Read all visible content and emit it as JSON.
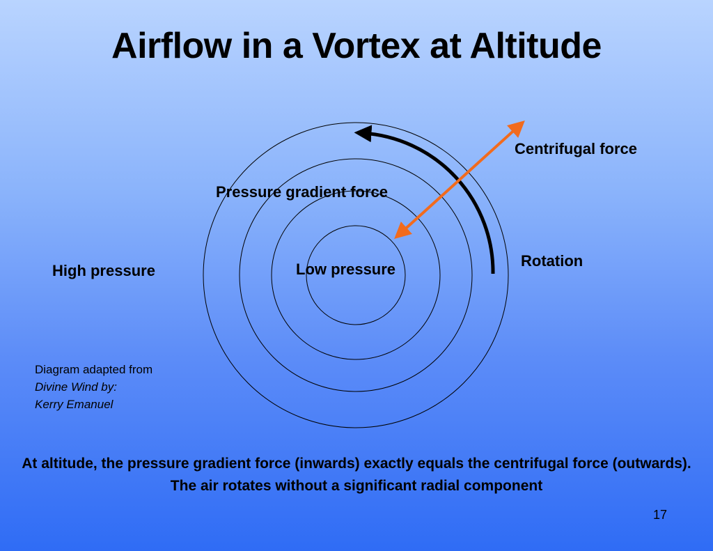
{
  "slide": {
    "title": "Airflow in a Vortex at Altitude",
    "page_number": "17"
  },
  "diagram": {
    "labels": {
      "centrifugal_force": "Centrifugal force",
      "pressure_gradient_force": "Pressure gradient force",
      "rotation": "Rotation",
      "high_pressure": "High pressure",
      "low_pressure": "Low pressure"
    },
    "colors": {
      "force_arrow": "#f26b1d",
      "rotation_arrow": "#000000",
      "circles": "#000000"
    }
  },
  "credit": {
    "line1": "Diagram adapted from",
    "line2": "Divine Wind by:",
    "line3": "Kerry Emanuel"
  },
  "caption": "At altitude, the pressure gradient force (inwards) exactly equals the centrifugal force (outwards). The air rotates without a significant radial component"
}
